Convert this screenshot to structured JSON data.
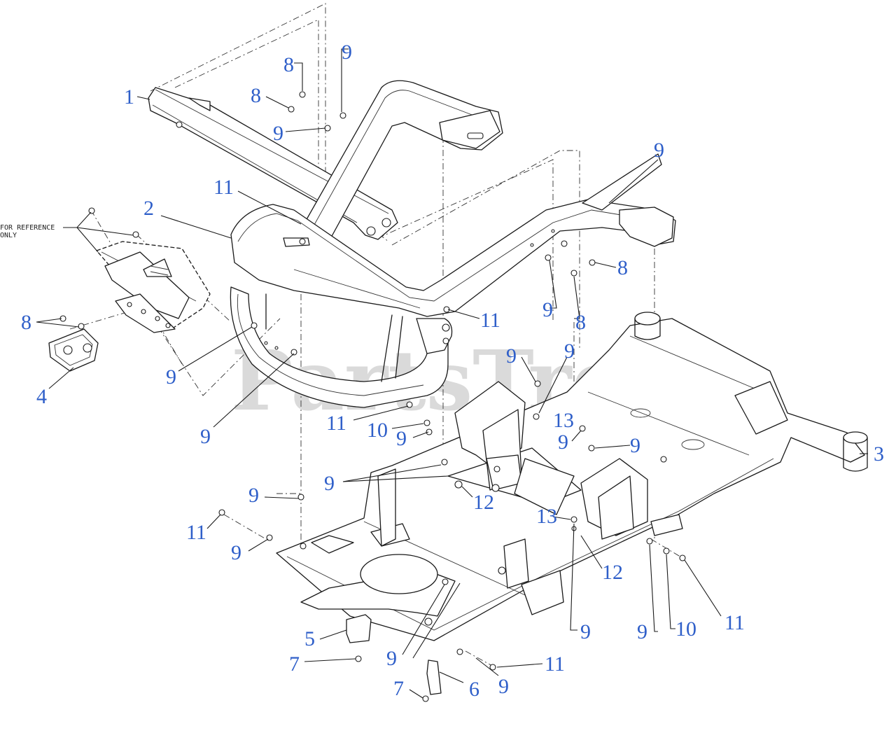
{
  "watermark": "PartsTree",
  "reference_note": {
    "line1": "FOR REFERENCE",
    "line2": "ONLY"
  },
  "callouts": {
    "c1": "1",
    "c2": "2",
    "c3": "3",
    "c4": "4",
    "c5": "5",
    "c6": "6",
    "c7a": "7",
    "c7b": "7",
    "c8a": "8",
    "c8b": "8",
    "c8c": "8",
    "c8d": "8",
    "c8e": "8",
    "c9a": "9",
    "c9b": "9",
    "c9c": "9",
    "c9d": "9",
    "c9e": "9",
    "c9f": "9",
    "c9g": "9",
    "c9h": "9",
    "c9i": "9",
    "c9j": "9",
    "c9k": "9",
    "c9l": "9",
    "c9m": "9",
    "c9n": "9",
    "c9o": "9",
    "c9p": "9",
    "c9q": "9",
    "c9r": "9",
    "c10a": "10",
    "c10b": "10",
    "c11a": "11",
    "c11b": "11",
    "c11c": "11",
    "c11d": "11",
    "c11e": "11",
    "c11f": "11",
    "c12a": "12",
    "c12b": "12",
    "c13a": "13",
    "c13b": "13"
  },
  "colors": {
    "callout": "#2f5fc9",
    "line": "#1a1a1a",
    "watermark": "#bdbdbd"
  }
}
